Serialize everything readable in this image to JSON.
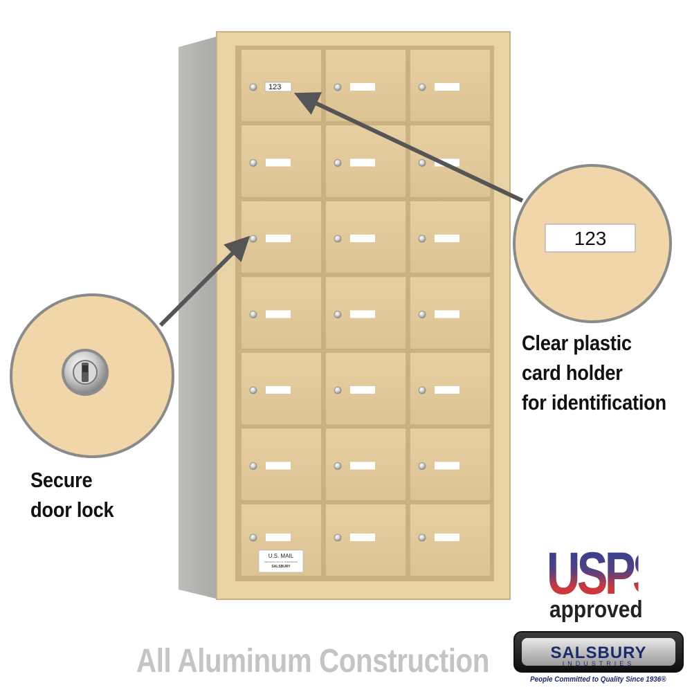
{
  "product": {
    "door_rows": 7,
    "door_columns": 3,
    "finish_color": "#e1c99a",
    "frame_color": "#e8d3a6",
    "side_panel_color": "#b9b9b6",
    "first_door_label": "123",
    "mail_plate": {
      "title": "U.S. MAIL",
      "line": "Approved by the U.S. Postal Service",
      "brand": "SALSBURY"
    }
  },
  "callouts": {
    "card_holder": {
      "zoom_label": "123",
      "lines": [
        "Clear plastic",
        "card holder",
        "for identification"
      ]
    },
    "door_lock": {
      "icon": "lock-icon",
      "lines": [
        "Secure",
        "door lock"
      ]
    }
  },
  "footer": {
    "construction": "All Aluminum Construction"
  },
  "logos": {
    "usps_word": "USPS",
    "usps_approved": "approved",
    "salsbury_name": "SALSBURY",
    "salsbury_sub": "INDUSTRIES",
    "salsbury_tagline": "People Committed to Quality Since 1936®"
  },
  "colors": {
    "arrow": "#555555",
    "callout_circle": "#f0d6a8",
    "callout_border": "#888888",
    "footer_text": "#c4c4c4",
    "usps_blue": "#2f3f93",
    "usps_red": "#d2333a"
  }
}
